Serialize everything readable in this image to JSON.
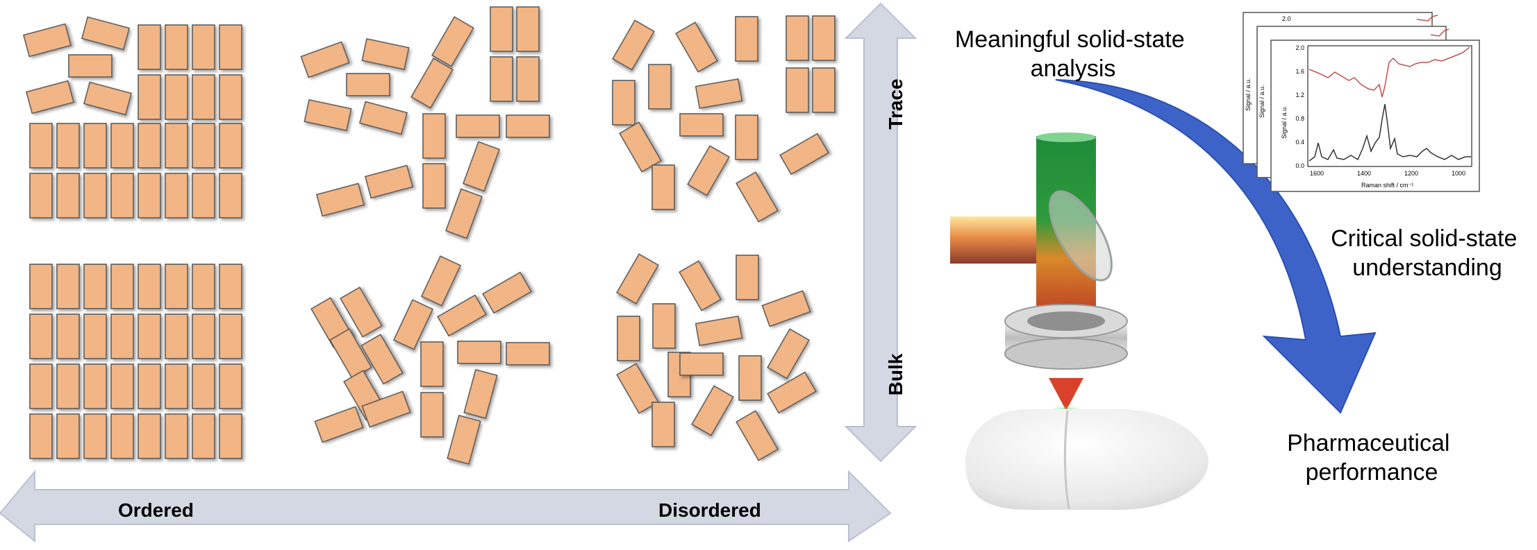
{
  "axes": {
    "horizontal": {
      "left_label": "Ordered",
      "right_label": "Disordered"
    },
    "vertical": {
      "top_label": "Trace",
      "bottom_label": "Bulk"
    }
  },
  "stages": {
    "analysis": [
      "Meaningful solid-state",
      "analysis"
    ],
    "understanding": [
      "Critical solid-state",
      "understanding"
    ],
    "performance": [
      "Pharmaceutical",
      "performance"
    ]
  },
  "spectrum_inset": {
    "ylabel": "Signal / a.u.",
    "xlabel": "Raman shift / cm⁻¹",
    "yticks": [
      "2.0",
      "1.6",
      "1.2",
      "0.8",
      "0.4",
      "0.0"
    ],
    "xticks": [
      "1600",
      "1400",
      "1200",
      "1000"
    ],
    "back_ytick": "2.0",
    "colors": {
      "top_trace": "#c0504d",
      "bottom_trace": "#333333"
    }
  },
  "colors": {
    "crystal_fill": "#f2b585",
    "crystal_stroke": "#555555",
    "axis_arrow": "#d3d8e3",
    "flow_arrow": "#3d63c9",
    "laser_green": "#1e8c3a"
  }
}
